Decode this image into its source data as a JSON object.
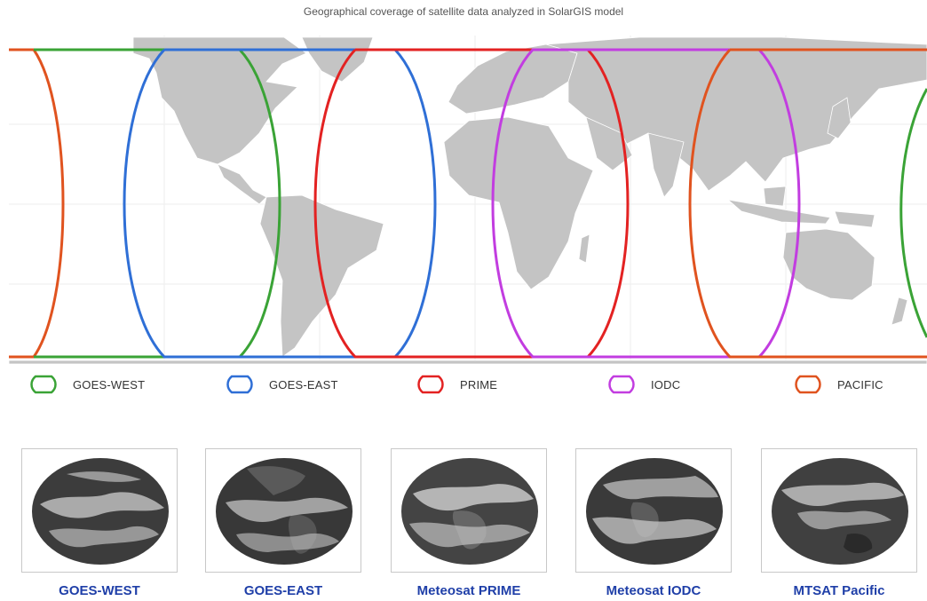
{
  "title": "Geographical coverage of satellite data analyzed in SolarGIS model",
  "legend": [
    {
      "label": "GOES-WEST",
      "color": "#3aa336"
    },
    {
      "label": "GOES-EAST",
      "color": "#2f6fd6"
    },
    {
      "label": "PRIME",
      "color": "#e32222"
    },
    {
      "label": "IODC",
      "color": "#c23de0"
    },
    {
      "label": "PACIFIC",
      "color": "#e0531f"
    }
  ],
  "satellites": [
    {
      "caption": "GOES-WEST"
    },
    {
      "caption": "GOES-EAST"
    },
    {
      "caption": "Meteosat PRIME"
    },
    {
      "caption": "Meteosat IODC"
    },
    {
      "caption": "MTSAT Pacific"
    }
  ],
  "colors": {
    "land": "#c4c4c4",
    "border": "#ffffff",
    "grid": "#eeeeee",
    "caption": "#1f3fa8"
  }
}
